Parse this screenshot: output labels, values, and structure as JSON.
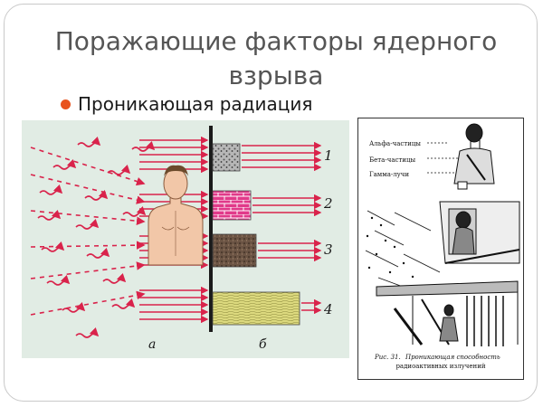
{
  "slide": {
    "title": "Поражающие факторы ядерного взрыва",
    "bullet": "Проникающая радиация"
  },
  "figure_a": {
    "labels": {
      "part_a": "а",
      "part_b": "б"
    },
    "barriers": [
      {
        "number": "1",
        "pattern": "gravel",
        "color": "#8e8e8e"
      },
      {
        "number": "2",
        "pattern": "brick",
        "color": "#e13a8a"
      },
      {
        "number": "3",
        "pattern": "soil",
        "color": "#5a4636"
      },
      {
        "number": "4",
        "pattern": "wood",
        "color": "#d9d77a"
      }
    ],
    "colors": {
      "arrow": "#d9234b",
      "background": "#e1ece4",
      "wall": "#1a1a1a",
      "skin": "#f2c7a8"
    }
  },
  "figure_b": {
    "labels": {
      "alpha": "Альфа-частицы",
      "beta": "Бета-частицы",
      "gamma": "Гамма-лучи"
    },
    "caption": {
      "prefix": "Рис. 31.",
      "line1": "Проникающая способность",
      "line2": "радиоактивных излучений"
    }
  }
}
